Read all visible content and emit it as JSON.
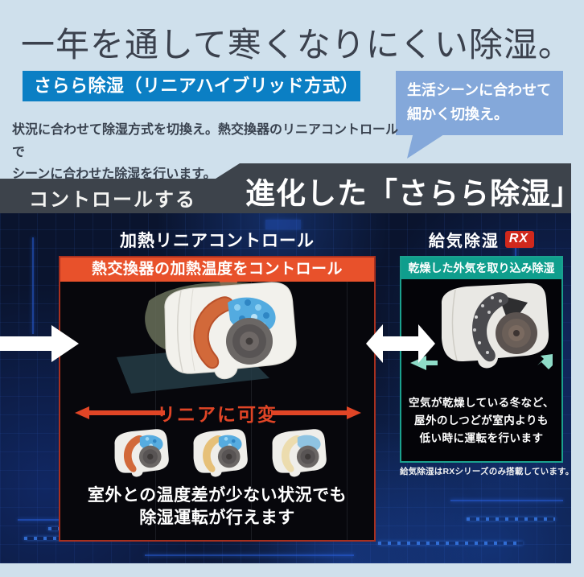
{
  "header": {
    "title": "一年を通して寒くなりにくい除湿。",
    "badge": "さらら除湿（リニアハイブリッド方式）",
    "callout_line1": "生活シーンに合わせて",
    "callout_line2": "細かく切換え。",
    "intro_line1": "状況に合わせて除湿方式を切換え。熱交換器のリニアコントロールで",
    "intro_line2": "シーンに合わせた除湿を行います。"
  },
  "banner": {
    "left_label": "コントロールする",
    "right_label": "進化した「さらら除湿」"
  },
  "left_panel": {
    "heading": "加熱リニアコントロール",
    "ribbon": "熱交換器の加熱温度をコントロール",
    "linear_label": "リニアに可変",
    "caption_line1": "室外との温度差が少ない状況でも",
    "caption_line2": "除湿運転が行えます"
  },
  "right_panel": {
    "heading": "給気除湿",
    "badge": "RX",
    "ribbon": "乾燥した外気を取り込み除湿",
    "body_line1": "空気が乾燥している冬など、",
    "body_line2": "屋外のしつどが室内よりも",
    "body_line3": "低い時に運転を行います",
    "note": "給気除湿はRXシリーズのみ搭載しています。"
  },
  "colors": {
    "page_bg": "#cfe0ec",
    "badge_blue": "#0b7fc4",
    "callout_blue": "#84a8da",
    "banner_gray": "#3d434b",
    "circuit_navy": "#0a142e",
    "heat_red": "#e8512b",
    "box_border_red": "#a8301f",
    "linear_arrow_red": "#e04526",
    "teal": "#0f9e8d",
    "teal_border": "#1ba18e",
    "rx_badge_red": "#d0281c",
    "exchanger_hot_orange": "#d2693a",
    "exchanger_warm_yellow": "#e6c078",
    "exchanger_mild_pale": "#ecdcae",
    "droplet_blue": "#53abe0",
    "intake_arrow_teal": "#8fdcc8"
  }
}
